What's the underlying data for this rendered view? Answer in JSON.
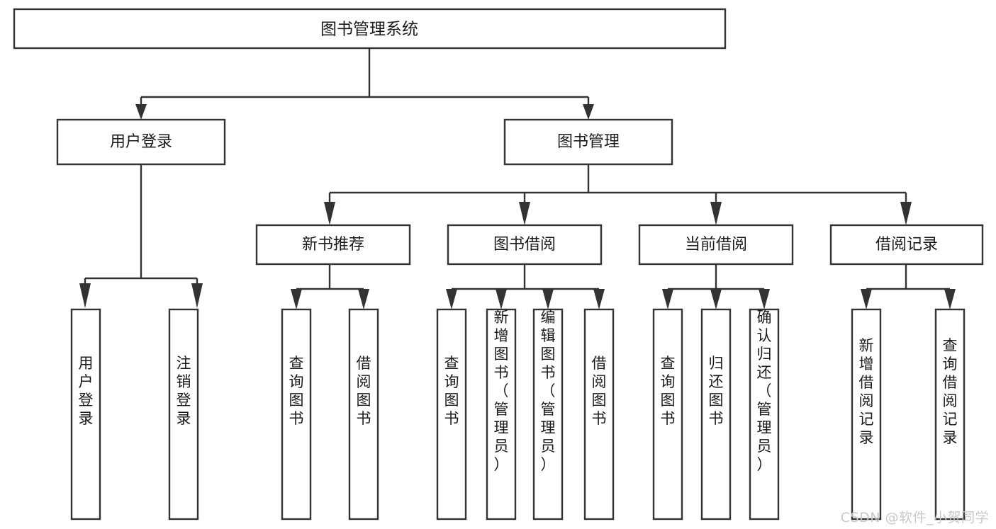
{
  "diagram": {
    "title": "图书管理系统",
    "watermark": "CSDN @软件_小贺同学",
    "colors": {
      "stroke": "#333333",
      "fill": "#ffffff",
      "text": "#1a1a1a",
      "watermark": "#c9c9c9"
    },
    "root": {
      "label": "图书管理系统"
    },
    "level2": [
      {
        "label": "用户登录"
      },
      {
        "label": "图书管理"
      }
    ],
    "level3": [
      {
        "label": "新书推荐"
      },
      {
        "label": "图书借阅"
      },
      {
        "label": "当前借阅"
      },
      {
        "label": "借阅记录"
      }
    ],
    "leaves": [
      {
        "label": "用户登录"
      },
      {
        "label": "注销登录"
      },
      {
        "label": "查询图书"
      },
      {
        "label": "借阅图书"
      },
      {
        "label": "查询图书"
      },
      {
        "label": "新增图书（管理员）"
      },
      {
        "label": "编辑图书（管理员）"
      },
      {
        "label": "借阅图书"
      },
      {
        "label": "查询图书"
      },
      {
        "label": "归还图书"
      },
      {
        "label": "确认归还（管理员）"
      },
      {
        "label": "新增借阅记录"
      },
      {
        "label": "查询借阅记录"
      }
    ]
  }
}
